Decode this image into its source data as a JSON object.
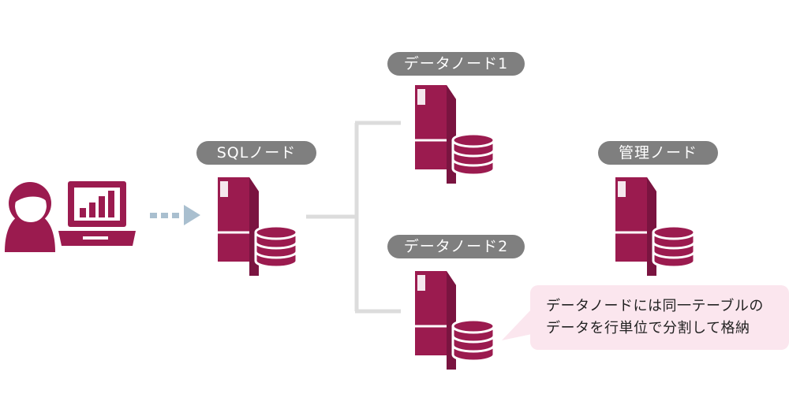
{
  "labels": {
    "sql_node": "SQLノード",
    "data_node_1": "データノード1",
    "data_node_2": "データノード2",
    "management_node": "管理ノード"
  },
  "callout": {
    "line1": "データノードには同一テーブルの",
    "line2": "データを行単位で分割して格納"
  },
  "colors": {
    "server": "#9b1b4f",
    "pill": "#7f7f7f",
    "connector": "#dcdcdc",
    "arrow": "#a9bfcf",
    "callout_bg": "#fbe6ee"
  },
  "icons": [
    "user-icon",
    "laptop-chart-icon",
    "server-icon",
    "database-icon"
  ]
}
